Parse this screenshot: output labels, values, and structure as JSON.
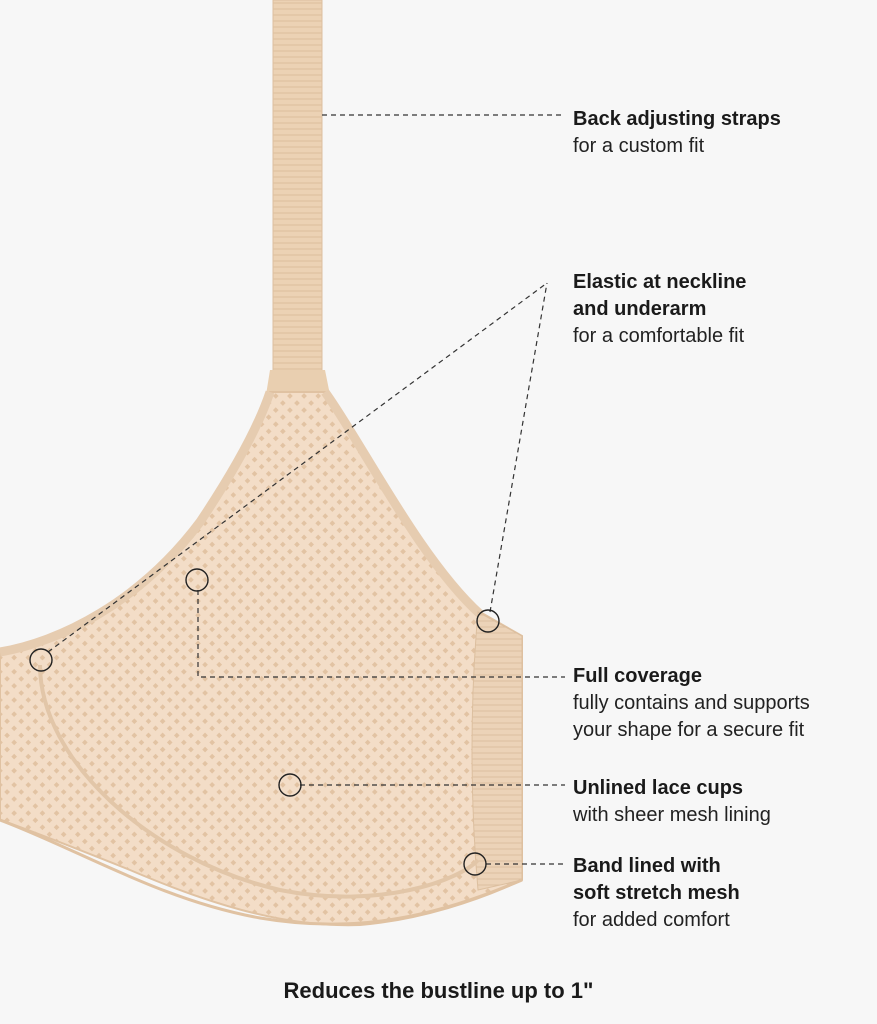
{
  "colors": {
    "background": "#f7f7f7",
    "fabric": "#f2dcc6",
    "fabric_shadow": "#e3c6a8",
    "strap": "#ecd2b4",
    "leader_line": "#333333"
  },
  "image": {
    "description_icon": "bra-product-illustration"
  },
  "callouts": [
    {
      "title": "Back adjusting straps",
      "subtitle": "for a custom fit"
    },
    {
      "title": "Elastic at neckline\nand underarm",
      "subtitle": "for a comfortable fit"
    },
    {
      "title": "Full coverage",
      "subtitle": "fully contains and supports\nyour shape for a secure fit"
    },
    {
      "title": "Unlined lace cups",
      "subtitle": "with sheer mesh lining"
    },
    {
      "title": "Band lined with\nsoft stretch mesh",
      "subtitle": "for added comfort"
    }
  ],
  "footer": {
    "text": "Reduces the bustline up to 1\""
  }
}
